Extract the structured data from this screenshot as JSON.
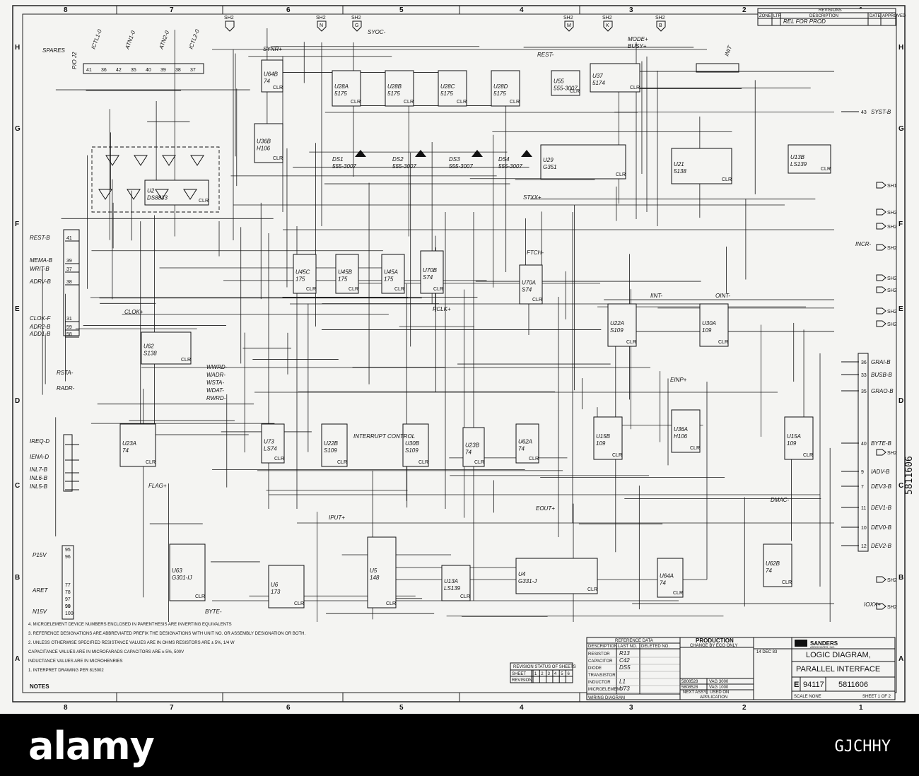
{
  "frame": {
    "top_cols": [
      "8",
      "7",
      "6",
      "5",
      "4",
      "3",
      "2",
      "1"
    ],
    "bottom_cols": [
      "8",
      "7",
      "6",
      "5",
      "4",
      "3",
      "2",
      "1"
    ],
    "left_rows": [
      "H",
      "G",
      "F",
      "E",
      "D",
      "C",
      "B",
      "A"
    ],
    "right_rows": [
      "H",
      "G",
      "F",
      "E",
      "D",
      "C",
      "B",
      "A"
    ],
    "side_number": "5811606"
  },
  "sheet_refs": {
    "top": [
      "SH2",
      "SH2",
      "SH2",
      "SH2",
      "SH2",
      "SH2"
    ],
    "top_letters": [
      "N",
      "G",
      "M",
      "K",
      "B"
    ],
    "right": [
      "SH1",
      "SH2",
      "SH2",
      "SH2",
      "SH2",
      "SH2",
      "SH2",
      "SH2",
      "SH2",
      "SH2",
      "SH2"
    ]
  },
  "revisions": {
    "header": "REVISIONS",
    "cols": [
      "ZONE",
      "LTR",
      "DESCRIPTION",
      "DATE",
      "APPROVED"
    ],
    "row": [
      "",
      "",
      "REL FOR PROD",
      "",
      ""
    ]
  },
  "connector_p12": {
    "title": "P/O J2",
    "pins": [
      "41",
      "36",
      "42",
      "35",
      "40",
      "39",
      "38",
      "37"
    ],
    "signals": [
      "ICTL1-0",
      "ATN1-0",
      "ATN2-0",
      "ICTL2-0"
    ],
    "spares": "SPARES"
  },
  "left_signals": [
    {
      "name": "REST-B",
      "pin": "41"
    },
    {
      "name": "MEMA-B",
      "pin": "39"
    },
    {
      "name": "WRIT-B",
      "pin": "37"
    },
    {
      "name": "ADRV-B",
      "pin": "38"
    },
    {
      "name": "CLOK-F",
      "pin": "31"
    },
    {
      "name": "ADR2-B",
      "pin": "59"
    },
    {
      "name": "ADD1-B",
      "pin": "58"
    },
    {
      "name": "IREQ-D",
      "pin": ""
    },
    {
      "name": "IENA-D",
      "pin": ""
    },
    {
      "name": "INL7-B",
      "pin": ""
    },
    {
      "name": "INL6-B",
      "pin": ""
    },
    {
      "name": "INL5-B",
      "pin": ""
    }
  ],
  "power_signals": [
    {
      "name": "P15V",
      "pins": [
        "95",
        "96"
      ]
    },
    {
      "name": "ARET",
      "pins": [
        "77",
        "78",
        "97",
        "98"
      ]
    },
    {
      "name": "N15V",
      "pins": [
        "99",
        "100"
      ]
    }
  ],
  "right_signals": [
    {
      "name": "INIT",
      "pin": ""
    },
    {
      "name": "SYST-B",
      "pin": "43"
    },
    {
      "name": "GRAI-B",
      "pin": "36"
    },
    {
      "name": "BUSB-B",
      "pin": "33"
    },
    {
      "name": "GRAO-B",
      "pin": "35"
    },
    {
      "name": "BYTE-B",
      "pin": "40"
    },
    {
      "name": "IADV-B",
      "pin": "9"
    },
    {
      "name": "DEV3-B",
      "pin": "7"
    },
    {
      "name": "DEV1-B",
      "pin": "11"
    },
    {
      "name": "DEV0-B",
      "pin": "10"
    },
    {
      "name": "DEV2-B",
      "pin": "12"
    }
  ],
  "signals": [
    "SYOC-",
    "MODE+",
    "BUSY+",
    "SYNR+",
    "REST-",
    "STXX+",
    "FTCH-",
    "PCLK+",
    "CLOK+",
    "IINT-",
    "OINT-",
    "EINP+",
    "EOUT+",
    "IPUT+",
    "DMAC-",
    "WWRD-",
    "WADR-",
    "WSTA-",
    "WDAT-",
    "RWRD-",
    "RSTA-",
    "RADR-",
    "FLAG+",
    "INCR-",
    "IOXX+",
    "BYTE-",
    "INTERRUPT CONTROL"
  ],
  "chips": [
    {
      "ref": "U37",
      "part": "5174"
    },
    {
      "ref": "U29",
      "part": "G351"
    },
    {
      "ref": "U21",
      "part": "5138"
    },
    {
      "ref": "U13B",
      "part": "LS139"
    },
    {
      "ref": "U28A",
      "part": "5175"
    },
    {
      "ref": "U28B",
      "part": "5175"
    },
    {
      "ref": "U28C",
      "part": "5175"
    },
    {
      "ref": "U28D",
      "part": "5175"
    },
    {
      "ref": "U55",
      "part": "555-3007"
    },
    {
      "ref": "U64B",
      "part": "74"
    },
    {
      "ref": "U36B",
      "part": "H106"
    },
    {
      "ref": "U62",
      "part": "S138"
    },
    {
      "ref": "U45C",
      "part": "175"
    },
    {
      "ref": "U45B",
      "part": "175"
    },
    {
      "ref": "U45A",
      "part": "175"
    },
    {
      "ref": "U70B",
      "part": "S74"
    },
    {
      "ref": "U70A",
      "part": "S74"
    },
    {
      "ref": "U22A",
      "part": "S109"
    },
    {
      "ref": "U30A",
      "part": "109"
    },
    {
      "ref": "U23A",
      "part": "74"
    },
    {
      "ref": "U73",
      "part": "LS74"
    },
    {
      "ref": "U22B",
      "part": "S109"
    },
    {
      "ref": "U30B",
      "part": "S109"
    },
    {
      "ref": "U23B",
      "part": "74"
    },
    {
      "ref": "U62A",
      "part": "74"
    },
    {
      "ref": "U15B",
      "part": "109"
    },
    {
      "ref": "U36A",
      "part": "H106"
    },
    {
      "ref": "U15A",
      "part": "109"
    },
    {
      "ref": "U63",
      "part": "G301-IJ"
    },
    {
      "ref": "U6",
      "part": "173"
    },
    {
      "ref": "U5",
      "part": "148"
    },
    {
      "ref": "U13A",
      "part": "LS139"
    },
    {
      "ref": "U4",
      "part": "G331-J"
    },
    {
      "ref": "U64A",
      "part": "74"
    },
    {
      "ref": "U62B",
      "part": "74"
    },
    {
      "ref": "U2",
      "part": "DS8833"
    }
  ],
  "displays": [
    {
      "ref": "DS1",
      "part": "555-3007"
    },
    {
      "ref": "DS2",
      "part": "555-3007"
    },
    {
      "ref": "DS3",
      "part": "555-3007"
    },
    {
      "ref": "DS4",
      "part": "555-3007"
    }
  ],
  "notes": {
    "title": "NOTES",
    "items": [
      "4. MICROELEMENT DEVICE NUMBERS ENCLOSED IN PARENTHESIS ARE INVERTING EQUIVALENTS",
      "3. REFERENCE DESIGNATIONS ARE ABBREVIATED PREFIX THE DESIGNATIONS WITH UNIT NO. OR ASSEMBLY DESIGNATION OR BOTH.",
      "2. UNLESS OTHERWISE SPECIFIED RESISTANCE VALUES ARE IN OHMS RESISTORS ARE ± 5%, 1/4 W",
      "CAPACITANCE VALUES ARE IN MICROFARADS CAPACITORS ARE ± 5%, 500V",
      "INDUCTANCE VALUES ARE IN MICROHENRIES",
      "1. INTERPRET DRAWING PER 815002"
    ]
  },
  "reference_table": {
    "title": "REFERENCE DATA",
    "cols": [
      "DESCRIPTION",
      "LAST NO.",
      "DELETED NO."
    ],
    "rows": [
      [
        "RESISTOR",
        "R13",
        ""
      ],
      [
        "CAPACITOR",
        "C42",
        ""
      ],
      [
        "DIODE",
        "DS5",
        ""
      ],
      [
        "TRANSISTOR",
        "",
        ""
      ],
      [
        "INDUCTOR",
        "L1",
        ""
      ],
      [
        "MICROELEMENT",
        "U73",
        ""
      ]
    ],
    "footer": "WIRING DIAGRAM"
  },
  "revision_status": {
    "title": "REVISION STATUS OF SHEETS",
    "sheet_label": "SHEET",
    "revision_label": "REVISION",
    "sheets": [
      "1",
      "2",
      "3",
      "4",
      "5",
      "6"
    ]
  },
  "production": {
    "title": "PRODUCTION",
    "subtitle": "CHANGE BY ECO ONLY",
    "next_assy": [
      "5808528",
      "5808528"
    ],
    "used_on": [
      "VAG 3000",
      "VAG 1000"
    ],
    "footer": [
      "NEXT ASSY",
      "USED ON",
      "APPLICATION"
    ]
  },
  "title_block": {
    "company": "SANDERS",
    "company_sub": "ASSOCIATES, INC.",
    "title_line1": "LOGIC DIAGRAM,",
    "title_line2": "PARALLEL INTERFACE",
    "size": "E",
    "cage": "94117",
    "dwg_no": "5811606",
    "scale": "SCALE NONE",
    "sheet": "SHEET 1 OF 2",
    "date": "14 DEC 83"
  },
  "watermark": "alamy",
  "stock_code": "GJCHHY"
}
